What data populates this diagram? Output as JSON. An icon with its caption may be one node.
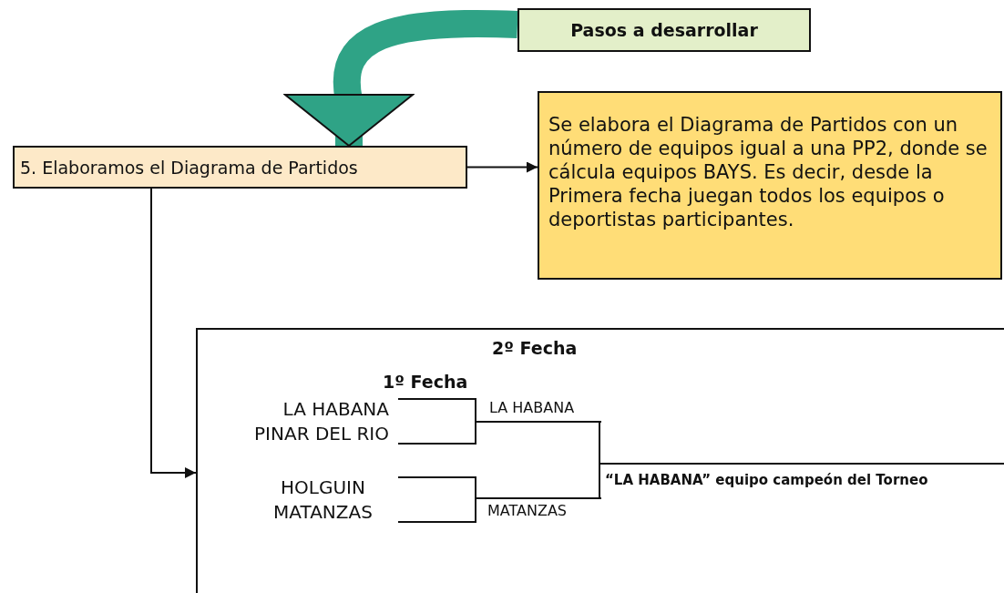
{
  "diagram": {
    "nodes": [
      {
        "text": [
          "Pasos a desarrollar"
        ]
      },
      {
        "text": [
          "5. Elaboramos el Diagrama de Partidos"
        ]
      },
      {
        "text": [
          "Se elabora el Diagrama de Partidos con un número de equipos igual a una PP2, donde se cálcula equipos BAYS. Es decir, desde la Primera fecha juegan todos los equipos o deportistas participantes."
        ]
      },
      {
        "text": [],
        "shape": "box"
      },
      {
        "text": [
          "LA HABANA"
        ],
        "in": 3
      },
      {
        "text": [
          "PINAR DEL RIO"
        ],
        "in": 3
      },
      {
        "text": [
          "HOLGUIN"
        ],
        "in": 3
      },
      {
        "text": [
          "MATANZAS"
        ],
        "in": 3
      },
      {
        "text": [
          "LA HABANA"
        ],
        "in": 3
      },
      {
        "text": [
          "MATANZAS"
        ],
        "in": 3
      },
      {
        "text": [
          "“LA HABANA” equipo campeón del Torneo"
        ],
        "in": 3
      }
    ],
    "edges": [
      {
        "from": 0,
        "to": 1,
        "arrow": "to",
        "style": "thick",
        "color": "#2fa386"
      },
      {
        "from": 1,
        "to": 2,
        "arrow": "to"
      },
      {
        "from": 1,
        "to": 3,
        "arrow": "to"
      },
      {
        "from": 4,
        "to": 8,
        "arrow": "none"
      },
      {
        "from": 5,
        "to": 8,
        "arrow": "none"
      },
      {
        "from": 6,
        "to": 9,
        "arrow": "none"
      },
      {
        "from": 7,
        "to": 9,
        "arrow": "none"
      },
      {
        "from": 8,
        "to": 10,
        "arrow": "none"
      },
      {
        "from": 9,
        "to": 10,
        "arrow": "none"
      }
    ],
    "labels": [
      "2º Fecha",
      "1º Fecha"
    ]
  }
}
